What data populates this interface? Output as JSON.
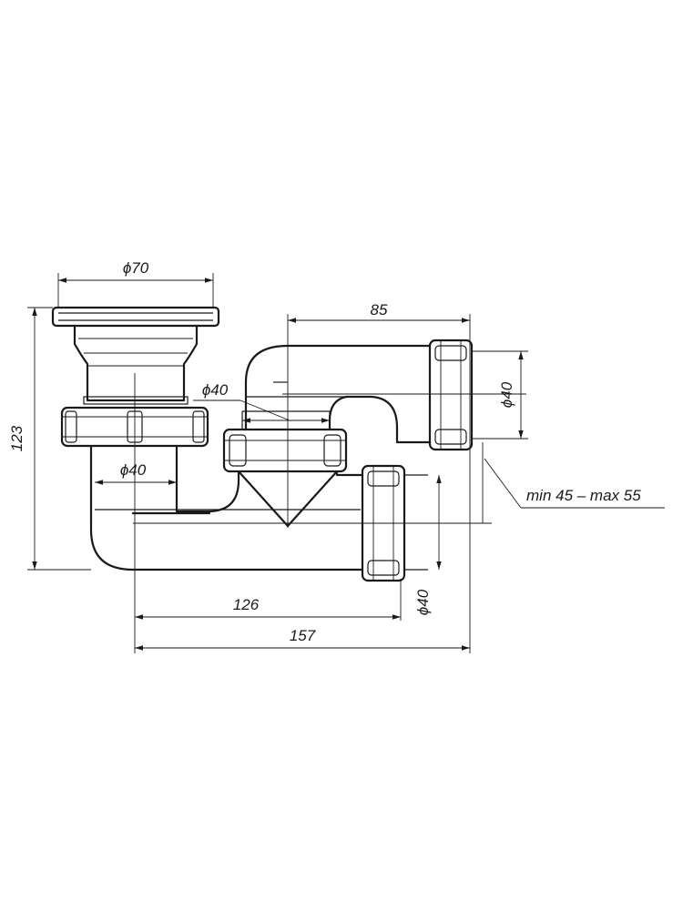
{
  "dimensions": {
    "top_flange_diameter": "ϕ70",
    "overall_height": "123",
    "outlet_upper_length": "85",
    "outlet_upper_diameter": "ϕ40",
    "riser_diameter": "ϕ40",
    "inlet_diameter": "ϕ40",
    "outlet_lower_diameter": "ϕ40",
    "offset_range": "min 45 – max 55",
    "length_inner": "126",
    "length_overall": "157"
  }
}
